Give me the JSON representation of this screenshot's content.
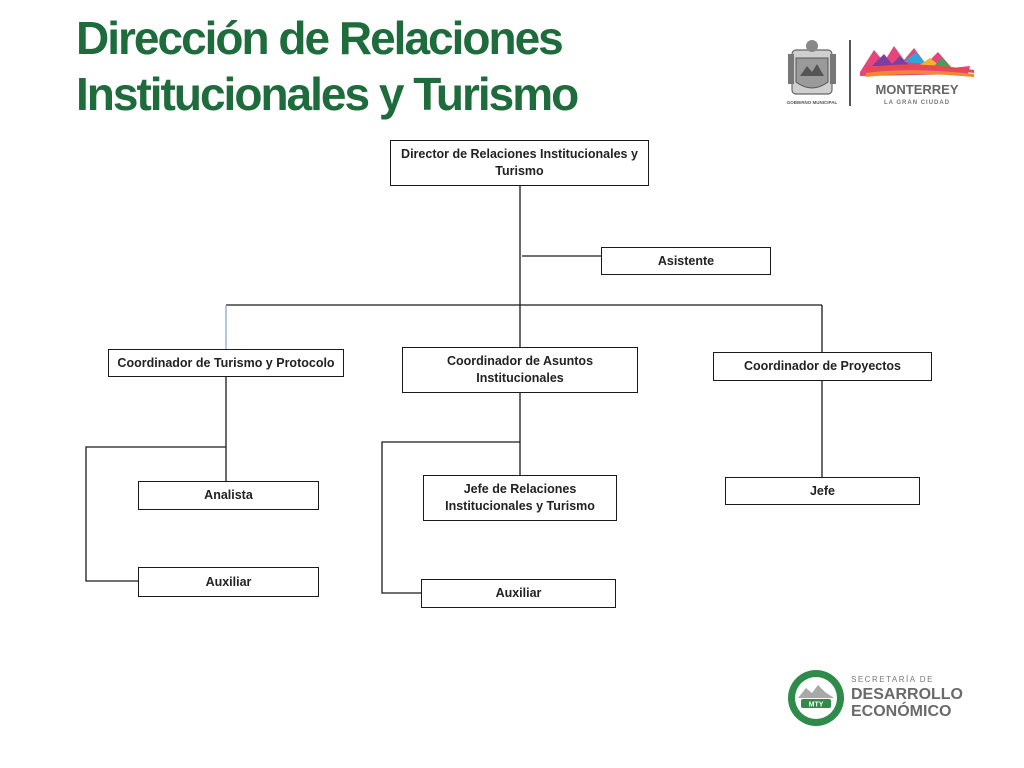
{
  "header": {
    "title_line1": "Dirección de Relaciones",
    "title_line2": "Institucionales y Turismo"
  },
  "org_chart": {
    "director": "Director de Relaciones Institucionales y Turismo",
    "asistente": "Asistente",
    "coord_turismo": "Coordinador de Turismo y Protocolo",
    "coord_asuntos": "Coordinador de Asuntos Institucionales",
    "coord_proyectos": "Coordinador de Proyectos",
    "analista": "Analista",
    "auxiliar_turismo": "Auxiliar",
    "jefe_relaciones": "Jefe de Relaciones Institucionales y Turismo",
    "auxiliar_asuntos": "Auxiliar",
    "jefe_proyectos": "Jefe"
  },
  "logos": {
    "gobierno_text": "GOBIERNO MUNICIPAL",
    "monterrey_name": "MONTERREY",
    "monterrey_tagline": "LA GRAN CIUDAD",
    "sde_line1": "SECRETARÍA DE",
    "sde_line2": "DESARROLLO",
    "sde_line3": "ECONÓMICO",
    "sde_badge": "MTY"
  },
  "colors": {
    "title": "#1e6b3c",
    "sde_green": "#2e8b4a"
  }
}
